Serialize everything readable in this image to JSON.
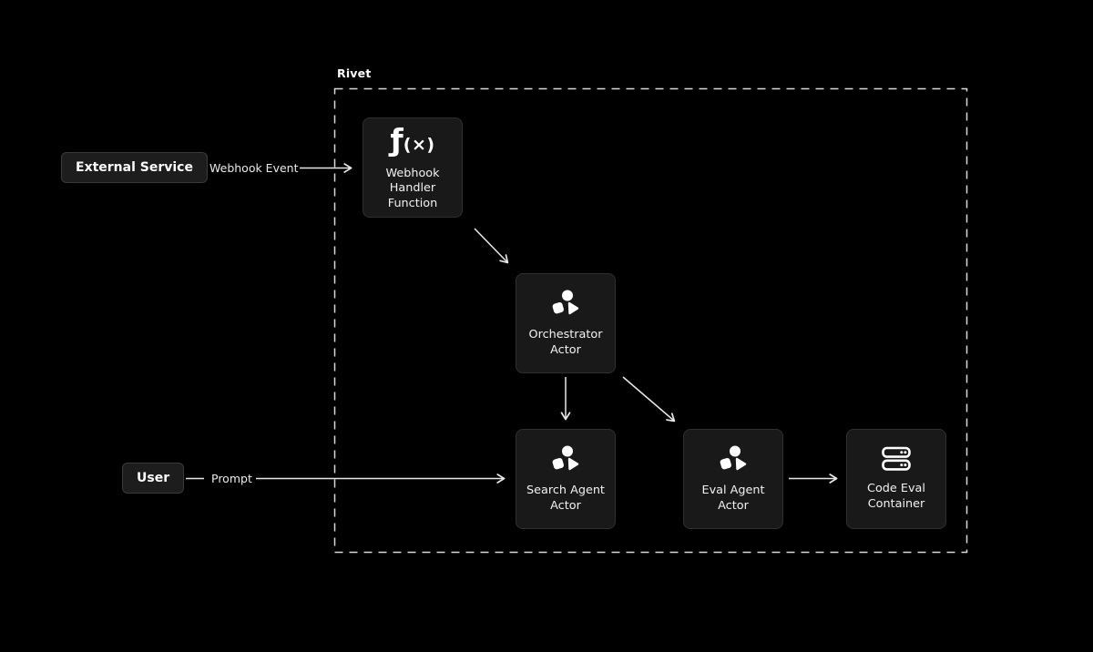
{
  "container": {
    "label": "Rivet"
  },
  "nodes": [
    {
      "id": "webhook-handler-function",
      "icon": "function-icon",
      "label": "Webhook Handler Function"
    },
    {
      "id": "orchestrator-actor",
      "icon": "actor-icon",
      "label": "Orchestrator Actor"
    },
    {
      "id": "search-agent-actor",
      "icon": "actor-icon",
      "label": "Search Agent Actor"
    },
    {
      "id": "eval-agent-actor",
      "icon": "actor-icon",
      "label": "Eval Agent Actor"
    },
    {
      "id": "code-eval-container",
      "icon": "server-stack-icon",
      "label": "Code Eval Container"
    }
  ],
  "external_nodes": [
    {
      "id": "external-service",
      "label": "External Service"
    },
    {
      "id": "user",
      "label": "User"
    }
  ],
  "edges": [
    {
      "from": "external-service",
      "to": "webhook-handler-function",
      "label": "Webhook Event"
    },
    {
      "from": "user",
      "to": "search-agent-actor",
      "label": "Prompt"
    },
    {
      "from": "webhook-handler-function",
      "to": "orchestrator-actor"
    },
    {
      "from": "orchestrator-actor",
      "to": "search-agent-actor"
    },
    {
      "from": "orchestrator-actor",
      "to": "eval-agent-actor"
    },
    {
      "from": "eval-agent-actor",
      "to": "code-eval-container"
    }
  ],
  "icons": {
    "function_glyph": "ƒ",
    "function_args": "(×)"
  },
  "colors": {
    "background": "#000000",
    "node_background": "#191919",
    "node_border": "#2e2e2e",
    "text": "#f2f2f2",
    "line": "#e8e8e8",
    "dashed_border": "#d9d9d9"
  }
}
